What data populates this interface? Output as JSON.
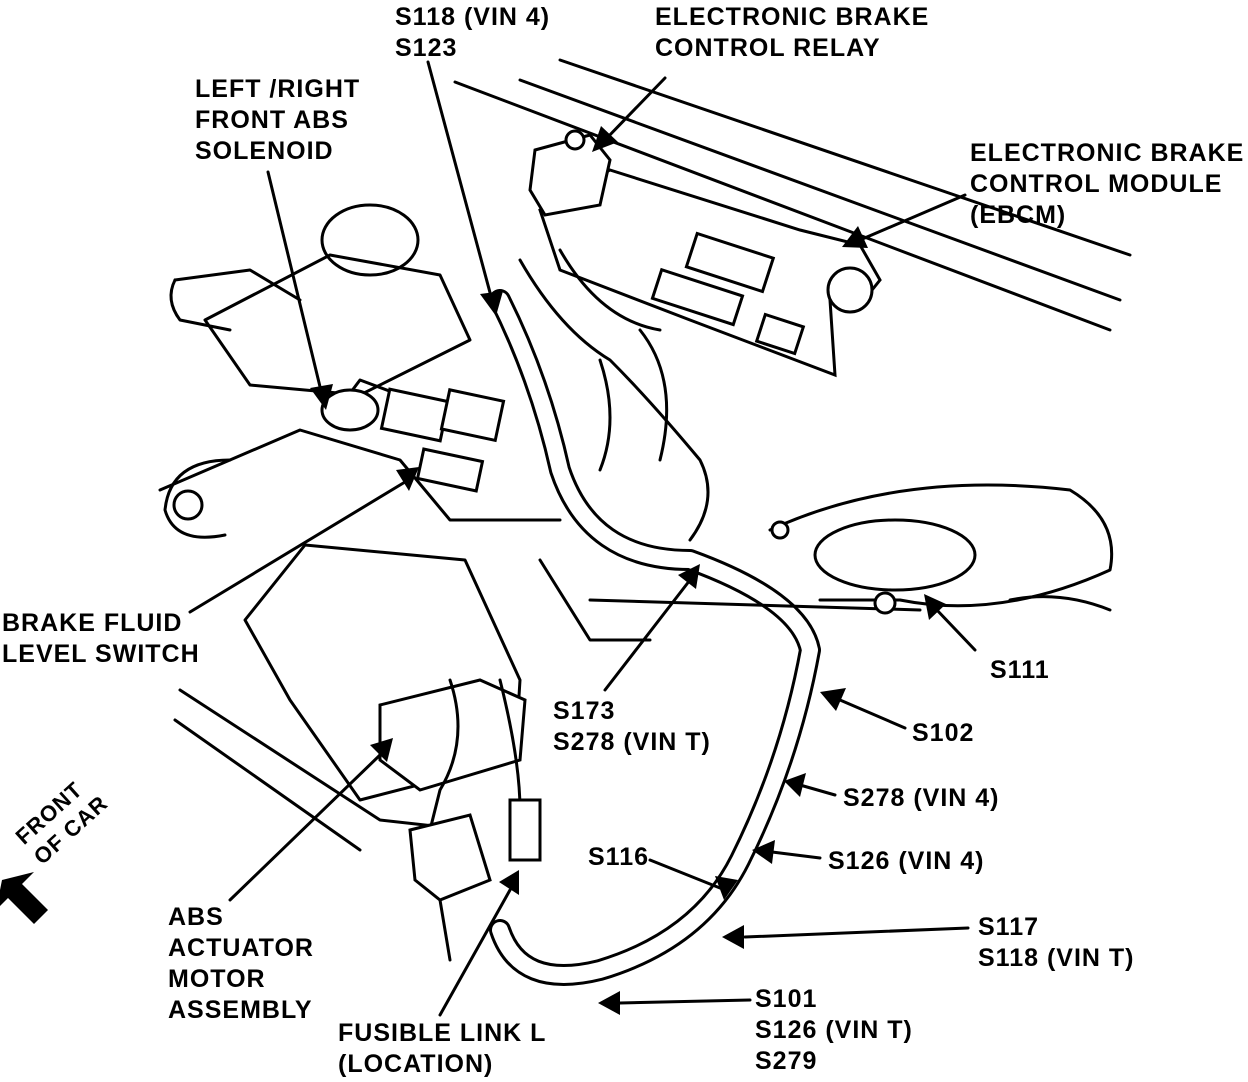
{
  "labels": {
    "s118_vin4": "S118 (VIN 4)",
    "s123": "S123",
    "ebc_relay_line1": "ELECTRONIC BRAKE",
    "ebc_relay_line2": "CONTROL RELAY",
    "abs_solenoid_line1": "LEFT /RIGHT",
    "abs_solenoid_line2": "FRONT ABS",
    "abs_solenoid_line3": "SOLENOID",
    "ebcm_line1": "ELECTRONIC BRAKE",
    "ebcm_line2": "CONTROL MODULE",
    "ebcm_line3": "(EBCM)",
    "fluid_switch_line1": "BRAKE FLUID",
    "fluid_switch_line2": "LEVEL SWITCH",
    "s111": "S111",
    "s173": "S173",
    "s278_vin_t": "S278 (VIN  T)",
    "s102": "S102",
    "s278_vin4": "S278 (VIN 4)",
    "s116": "S116",
    "s126_vin4": "S126 (VIN 4)",
    "s117": "S117",
    "s118_vin_t": "S118 (VIN T)",
    "actuator_line1": "ABS",
    "actuator_line2": "ACTUATOR",
    "actuator_line3": "MOTOR",
    "actuator_line4": "ASSEMBLY",
    "fusible_line1": "FUSIBLE LINK L",
    "fusible_line2": "(LOCATION)",
    "s101": "S101",
    "s126_vin_t": "S126 (VIN  T)",
    "s279": "S279",
    "front_line1": "FRONT",
    "front_line2": "OF CAR"
  }
}
